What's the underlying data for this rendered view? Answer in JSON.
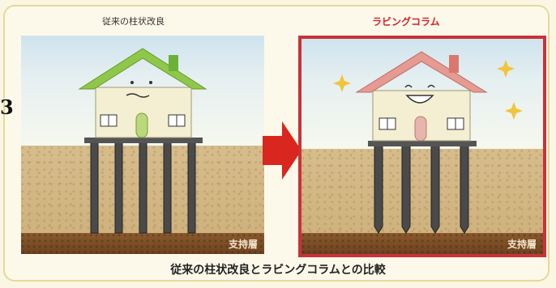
{
  "titles": {
    "left": "従来の柱状改良",
    "right": "ラビングコラム"
  },
  "labels": {
    "bearing_left": "支持層",
    "bearing_right": "支持層"
  },
  "caption": "従来の柱状改良とラビングコラムとの比較",
  "side_mark": "3",
  "colors": {
    "left_roof": "#8fc74a",
    "right_roof": "#e59a92",
    "right_frame": "#c8323a",
    "arrow": "#d9261f"
  },
  "icons": [
    "house-icon",
    "pile-icon",
    "sparkle-icon",
    "arrow-right-icon"
  ]
}
